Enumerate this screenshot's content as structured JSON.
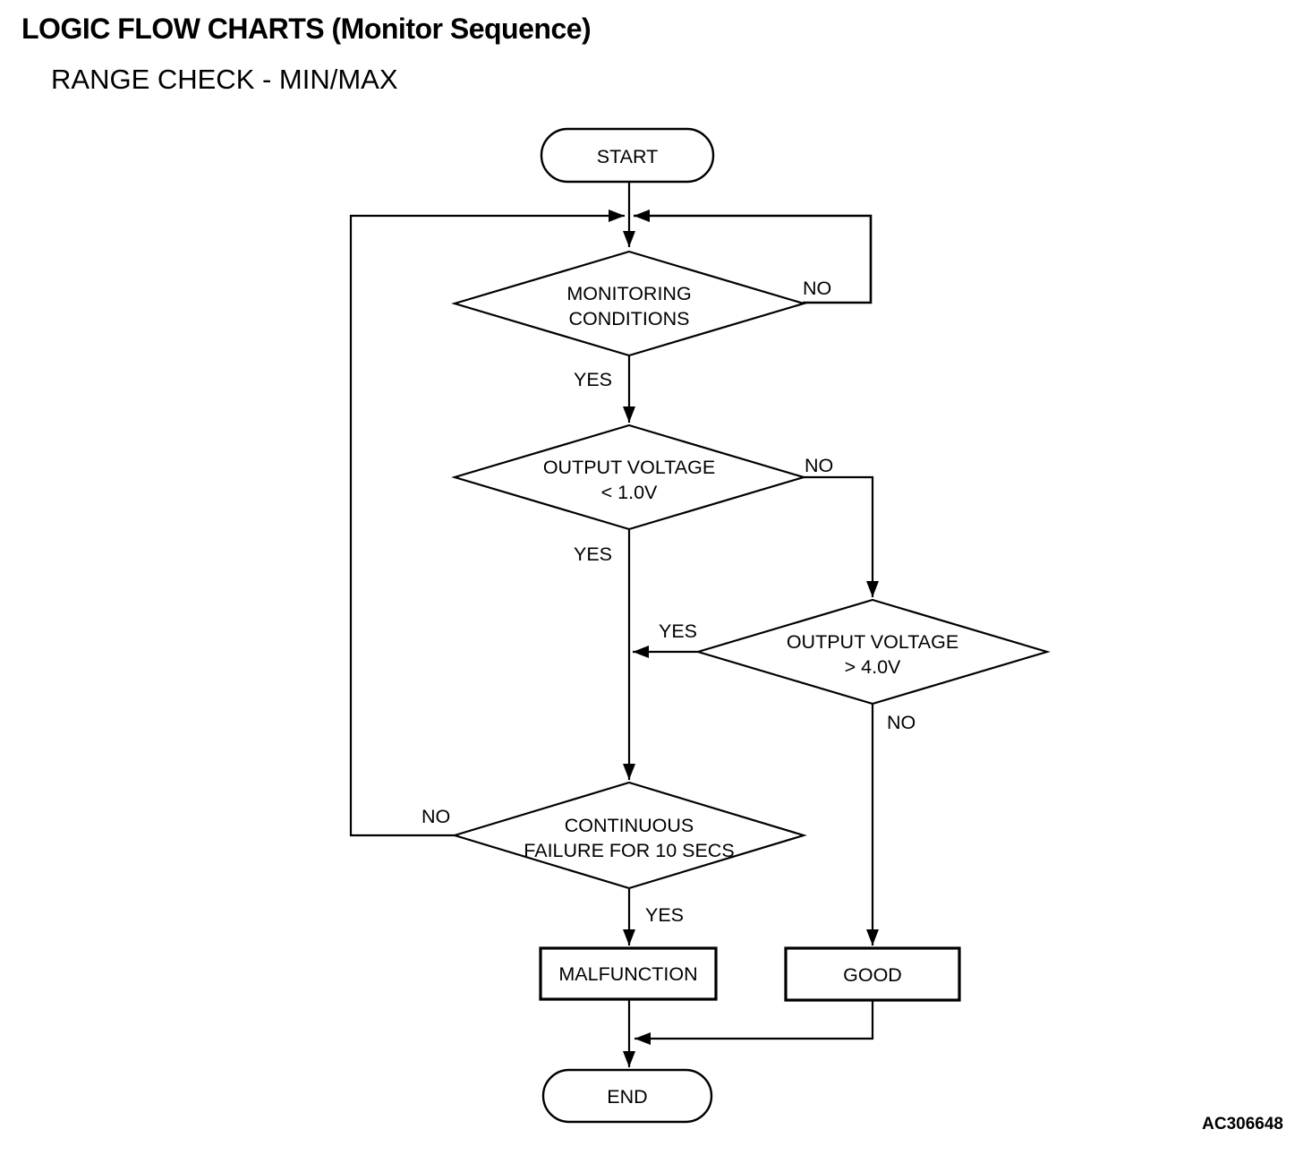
{
  "header": {
    "title": "LOGIC FLOW CHARTS (Monitor Sequence)",
    "subtitle": "RANGE CHECK - MIN/MAX"
  },
  "figure_code": "AC306648",
  "nodes": {
    "start": {
      "label": "START"
    },
    "monitoring_conditions": {
      "line1": "MONITORING",
      "line2": "CONDITIONS"
    },
    "output_voltage_low": {
      "line1": "OUTPUT VOLTAGE",
      "line2": "< 1.0V"
    },
    "output_voltage_high": {
      "line1": "OUTPUT VOLTAGE",
      "line2": "> 4.0V"
    },
    "continuous_failure": {
      "line1": "CONTINUOUS",
      "line2": "FAILURE FOR 10 SECS"
    },
    "malfunction": {
      "label": "MALFUNCTION"
    },
    "good": {
      "label": "GOOD"
    },
    "end": {
      "label": "END"
    }
  },
  "edge_labels": {
    "monitoring_no": "NO",
    "monitoring_yes": "YES",
    "voltage_low_no": "NO",
    "voltage_low_yes": "YES",
    "voltage_high_yes": "YES",
    "voltage_high_no": "NO",
    "continuous_no": "NO",
    "continuous_yes": "YES"
  },
  "colors": {
    "line": "#000000",
    "background": "#ffffff",
    "text": "#000000"
  }
}
